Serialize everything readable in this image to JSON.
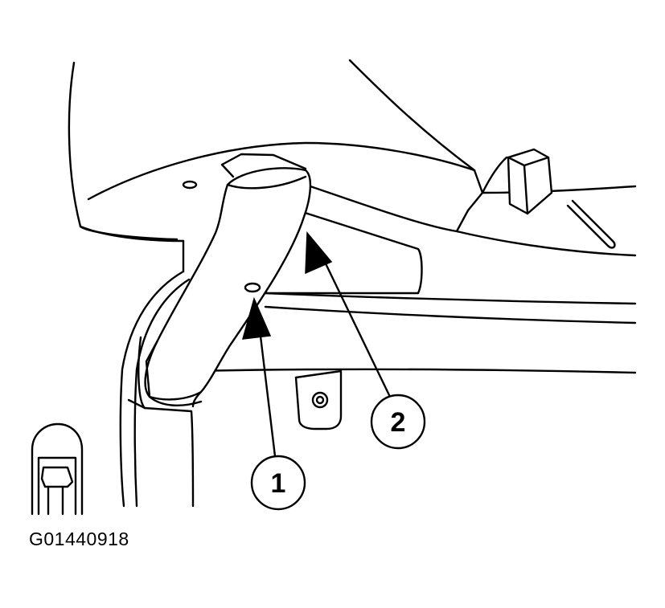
{
  "figure": {
    "code": "G01440918",
    "callouts": [
      {
        "id": "callout-1",
        "label": "1"
      },
      {
        "id": "callout-2",
        "label": "2"
      }
    ]
  }
}
